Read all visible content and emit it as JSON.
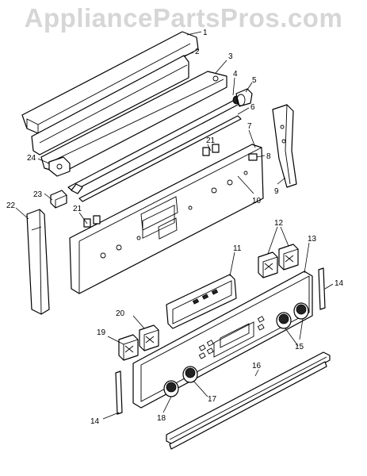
{
  "watermark": "AppliancePartsPros.com",
  "callouts": [
    {
      "id": "1",
      "label": "1"
    },
    {
      "id": "2",
      "label": "2"
    },
    {
      "id": "3",
      "label": "3"
    },
    {
      "id": "4",
      "label": "4"
    },
    {
      "id": "5",
      "label": "5"
    },
    {
      "id": "6",
      "label": "6"
    },
    {
      "id": "7",
      "label": "7"
    },
    {
      "id": "8",
      "label": "8"
    },
    {
      "id": "9",
      "label": "9"
    },
    {
      "id": "10",
      "label": "10"
    },
    {
      "id": "11",
      "label": "11"
    },
    {
      "id": "12",
      "label": "12"
    },
    {
      "id": "13",
      "label": "13"
    },
    {
      "id": "14a",
      "label": "14"
    },
    {
      "id": "14b",
      "label": "14"
    },
    {
      "id": "15",
      "label": "15"
    },
    {
      "id": "16",
      "label": "16"
    },
    {
      "id": "17",
      "label": "17"
    },
    {
      "id": "18",
      "label": "18"
    },
    {
      "id": "19",
      "label": "19"
    },
    {
      "id": "20",
      "label": "20"
    },
    {
      "id": "21a",
      "label": "21"
    },
    {
      "id": "21b",
      "label": "21"
    },
    {
      "id": "22",
      "label": "22"
    },
    {
      "id": "23",
      "label": "23"
    },
    {
      "id": "24",
      "label": "24"
    }
  ]
}
